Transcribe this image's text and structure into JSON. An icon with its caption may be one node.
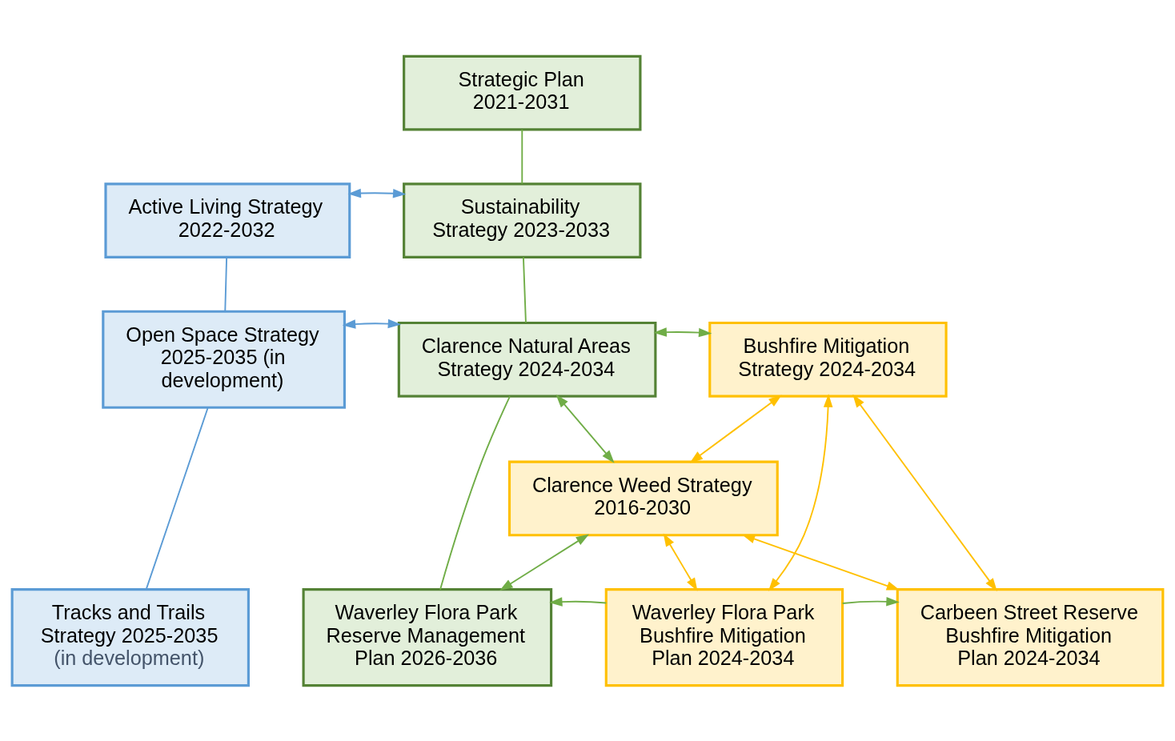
{
  "diagram": {
    "nodes": [
      {
        "text": [
          "Strategic Plan 2021-2031"
        ]
      },
      {
        "text": [
          "Active Living Strategy 2022-2032"
        ]
      },
      {
        "text": [
          "Sustainability Strategy 2023-2033"
        ]
      },
      {
        "text": [
          "Open Space Strategy 2025-2035 (in development)"
        ]
      },
      {
        "text": [
          "Clarence Natural Areas Strategy 2024-2034"
        ]
      },
      {
        "text": [
          "Bushfire Mitigation Strategy 2024-2034"
        ]
      },
      {
        "text": [
          "Clarence Weed Strategy 2016-2030"
        ]
      },
      {
        "text": [
          "Tracks and Trails Strategy 2025-2035",
          "(in development)"
        ]
      },
      {
        "text": [
          "Waverley Flora Park Reserve Management Plan 2026-2036"
        ]
      },
      {
        "text": [
          "Waverley Flora Park Bushfire Mitigation Plan 2024-2034"
        ]
      },
      {
        "text": [
          "Carbeen Street Reserve Bushfire Mitigation Plan 2024-2034"
        ]
      }
    ],
    "edges": [
      {
        "from": 0,
        "to": 2,
        "arrow": "none"
      },
      {
        "from": 1,
        "to": 2,
        "arrow": "both",
        "color": "#5b9bd5"
      },
      {
        "from": 1,
        "to": 3,
        "arrow": "none",
        "color": "#5b9bd5"
      },
      {
        "from": 2,
        "to": 4,
        "arrow": "none"
      },
      {
        "from": 3,
        "to": 4,
        "arrow": "both",
        "color": "#5b9bd5"
      },
      {
        "from": 4,
        "to": 5,
        "arrow": "both"
      },
      {
        "from": 4,
        "to": 6,
        "arrow": "both"
      },
      {
        "from": 5,
        "to": 6,
        "arrow": "both",
        "color": "#ffc000"
      },
      {
        "from": 5,
        "to": 9,
        "arrow": "both",
        "color": "#ffc000"
      },
      {
        "from": 5,
        "to": 10,
        "arrow": "both",
        "color": "#ffc000"
      },
      {
        "from": 6,
        "to": 10,
        "arrow": "both",
        "color": "#ffc000"
      },
      {
        "from": 3,
        "to": 7,
        "arrow": "none",
        "color": "#5b9bd5"
      },
      {
        "from": 4,
        "to": 8,
        "arrow": "none"
      },
      {
        "from": 6,
        "to": 8,
        "arrow": "both"
      },
      {
        "from": 6,
        "to": 9,
        "arrow": "both",
        "color": "#ffc000"
      },
      {
        "from": 9,
        "to": 8,
        "arrow": "to"
      },
      {
        "from": 9,
        "to": 10,
        "arrow": "to"
      }
    ]
  }
}
